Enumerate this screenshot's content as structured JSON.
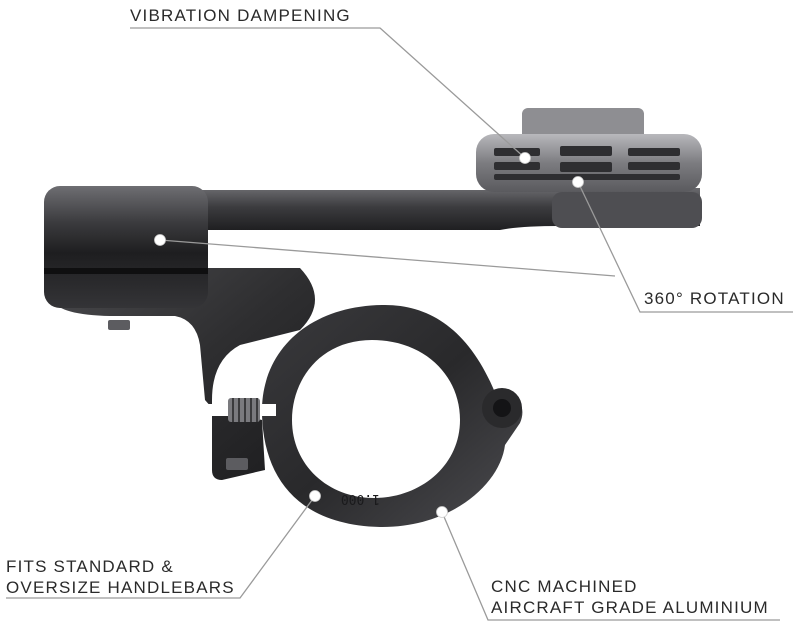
{
  "callouts": {
    "vibration": "VIBRATION DAMPENING",
    "rotation": "360° ROTATION",
    "fits": [
      "FITS STANDARD &",
      "OVERSIZE HANDLEBARS"
    ],
    "cnc": [
      "CNC MACHINED",
      "AIRCRAFT GRADE ALUMINIUM"
    ],
    "engraving": "1.000"
  },
  "colors": {
    "background": "#ffffff",
    "label_text": "#2a2a2a",
    "leader_line": "#9a9a9a",
    "metal_dark": "#2b2b2d",
    "metal_mid": "#4a4a4d",
    "metal_light": "#8a8a8e",
    "callout_dot": "#ffffff"
  },
  "icons": [
    "handlebar-mount-illustration"
  ]
}
